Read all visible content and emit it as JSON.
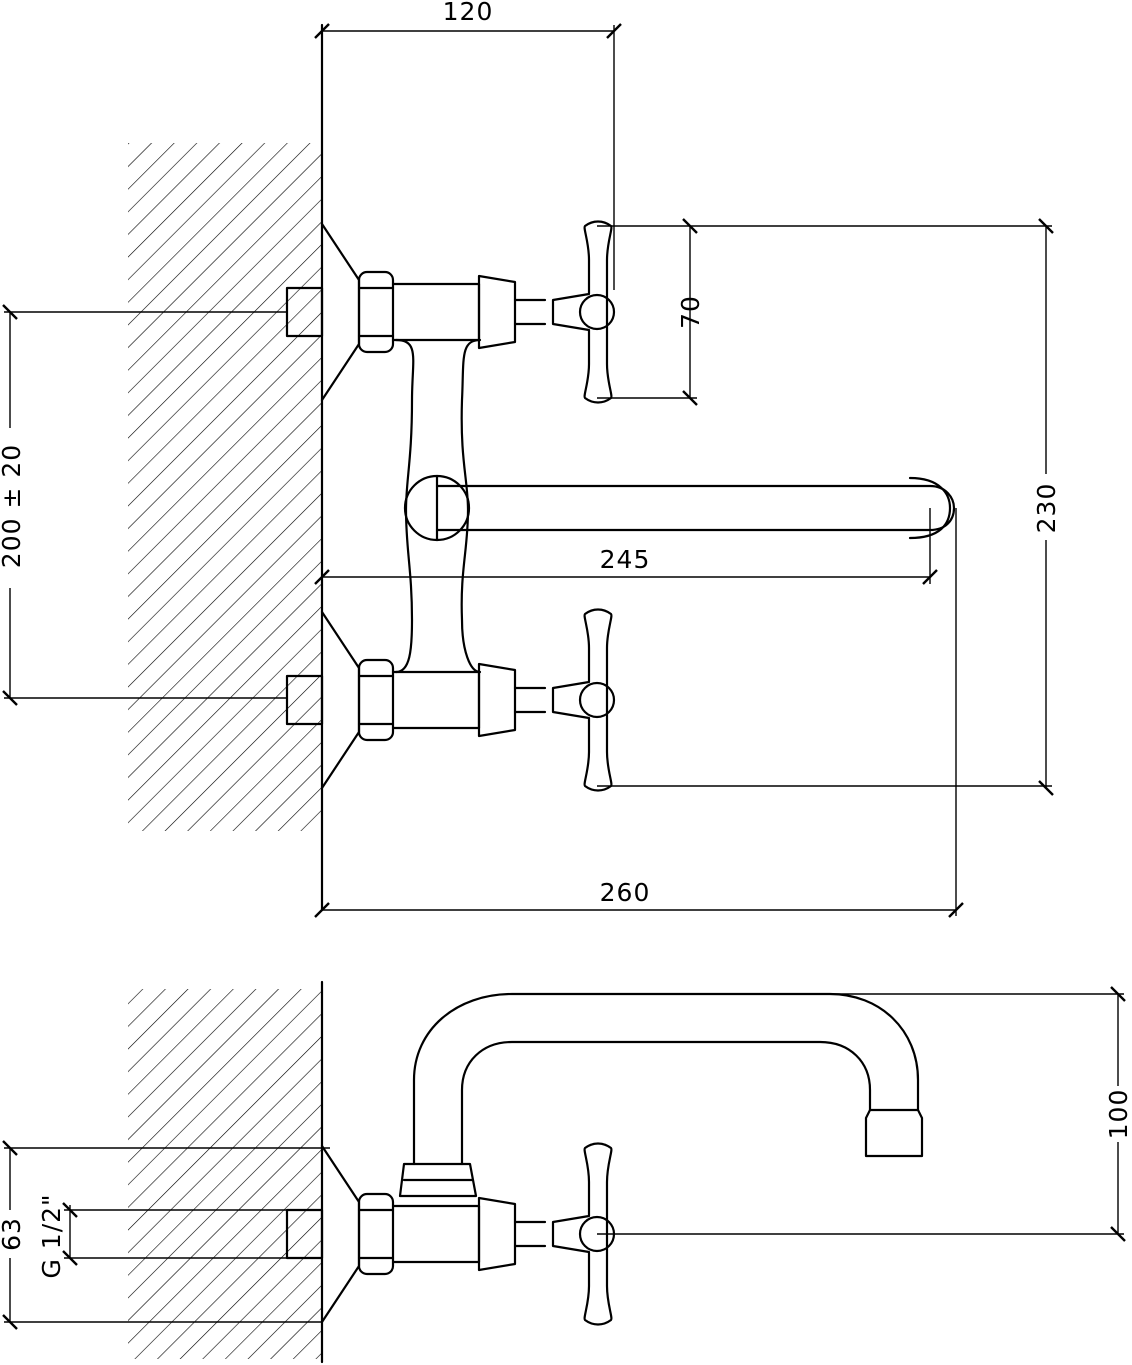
{
  "dimensions": {
    "d120": "120",
    "d70": "70",
    "d230": "230",
    "d245": "245",
    "d260": "260",
    "d200": "200 ± 20",
    "d100": "100",
    "d63": "63",
    "thread": "G 1/2\""
  }
}
